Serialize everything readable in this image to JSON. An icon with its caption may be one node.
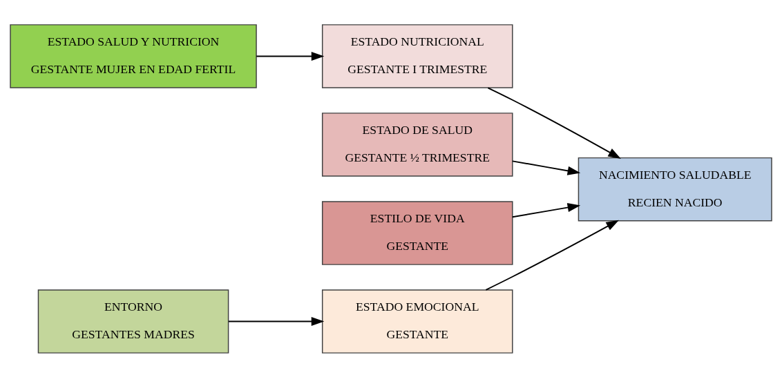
{
  "diagram": {
    "nodes": [
      {
        "text": [
          "ESTADO SALUD Y NUTRICION",
          "GESTANTE MUJER EN EDAD FERTIL"
        ]
      },
      {
        "text": [
          "ESTADO NUTRICIONAL",
          "GESTANTE I TRIMESTRE"
        ]
      },
      {
        "text": [
          "ESTADO DE SALUD",
          "GESTANTE ½ TRIMESTRE"
        ]
      },
      {
        "text": [
          "ESTILO DE VIDA",
          "GESTANTE"
        ]
      },
      {
        "text": [
          "NACIMIENTO SALUDABLE",
          "RECIEN NACIDO"
        ]
      },
      {
        "text": [
          "ENTORNO",
          "GESTANTES MADRES"
        ]
      },
      {
        "text": [
          "ESTADO EMOCIONAL",
          "GESTANTE"
        ]
      }
    ],
    "edges": [
      {
        "from": 0,
        "to": 1,
        "arrow": "to"
      },
      {
        "from": 1,
        "to": 4,
        "arrow": "to"
      },
      {
        "from": 2,
        "to": 4,
        "arrow": "to"
      },
      {
        "from": 3,
        "to": 4,
        "arrow": "to"
      },
      {
        "from": 5,
        "to": 6,
        "arrow": "to"
      },
      {
        "from": 6,
        "to": 4,
        "arrow": "to"
      }
    ]
  }
}
